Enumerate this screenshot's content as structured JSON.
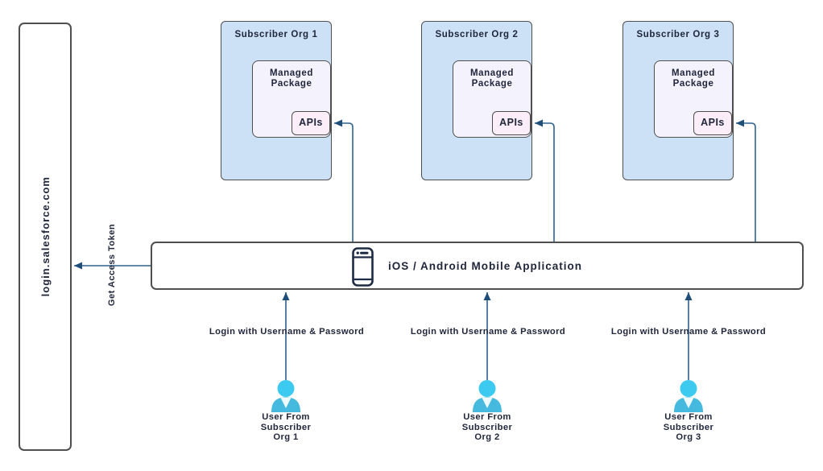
{
  "colors": {
    "org-fill": "#cde1f6",
    "box-border": "#4f4f4f",
    "package-fill": "#f4f2fd",
    "api-fill": "#fbeef9",
    "arrow-line": "#2e6191",
    "arrow-head": "#1f4e79",
    "user-head": "#3dcaf1",
    "user-body": "#46bade",
    "text": "#20263b",
    "phone-icon": "#1d2b45"
  },
  "login_box": {
    "label": "login.salesforce.com"
  },
  "orgs": [
    {
      "label": "Subscriber Org 1",
      "package_label": "Managed\nPackage",
      "api_label": "APIs"
    },
    {
      "label": "Subscriber Org 2",
      "package_label": "Managed\nPackage",
      "api_label": "APIs"
    },
    {
      "label": "Subscriber Org 3",
      "package_label": "Managed\nPackage",
      "api_label": "APIs"
    }
  ],
  "mobile_app": {
    "label": "iOS / Android Mobile Application"
  },
  "labels": {
    "get_access_token": "Get Access Token",
    "login_with_credentials": "Login with Username & Password"
  },
  "users": [
    {
      "label": "User From\nSubscriber\nOrg 1"
    },
    {
      "label": "User From\nSubscriber\nOrg 2"
    },
    {
      "label": "User From\nSubscriber\nOrg 3"
    }
  ]
}
